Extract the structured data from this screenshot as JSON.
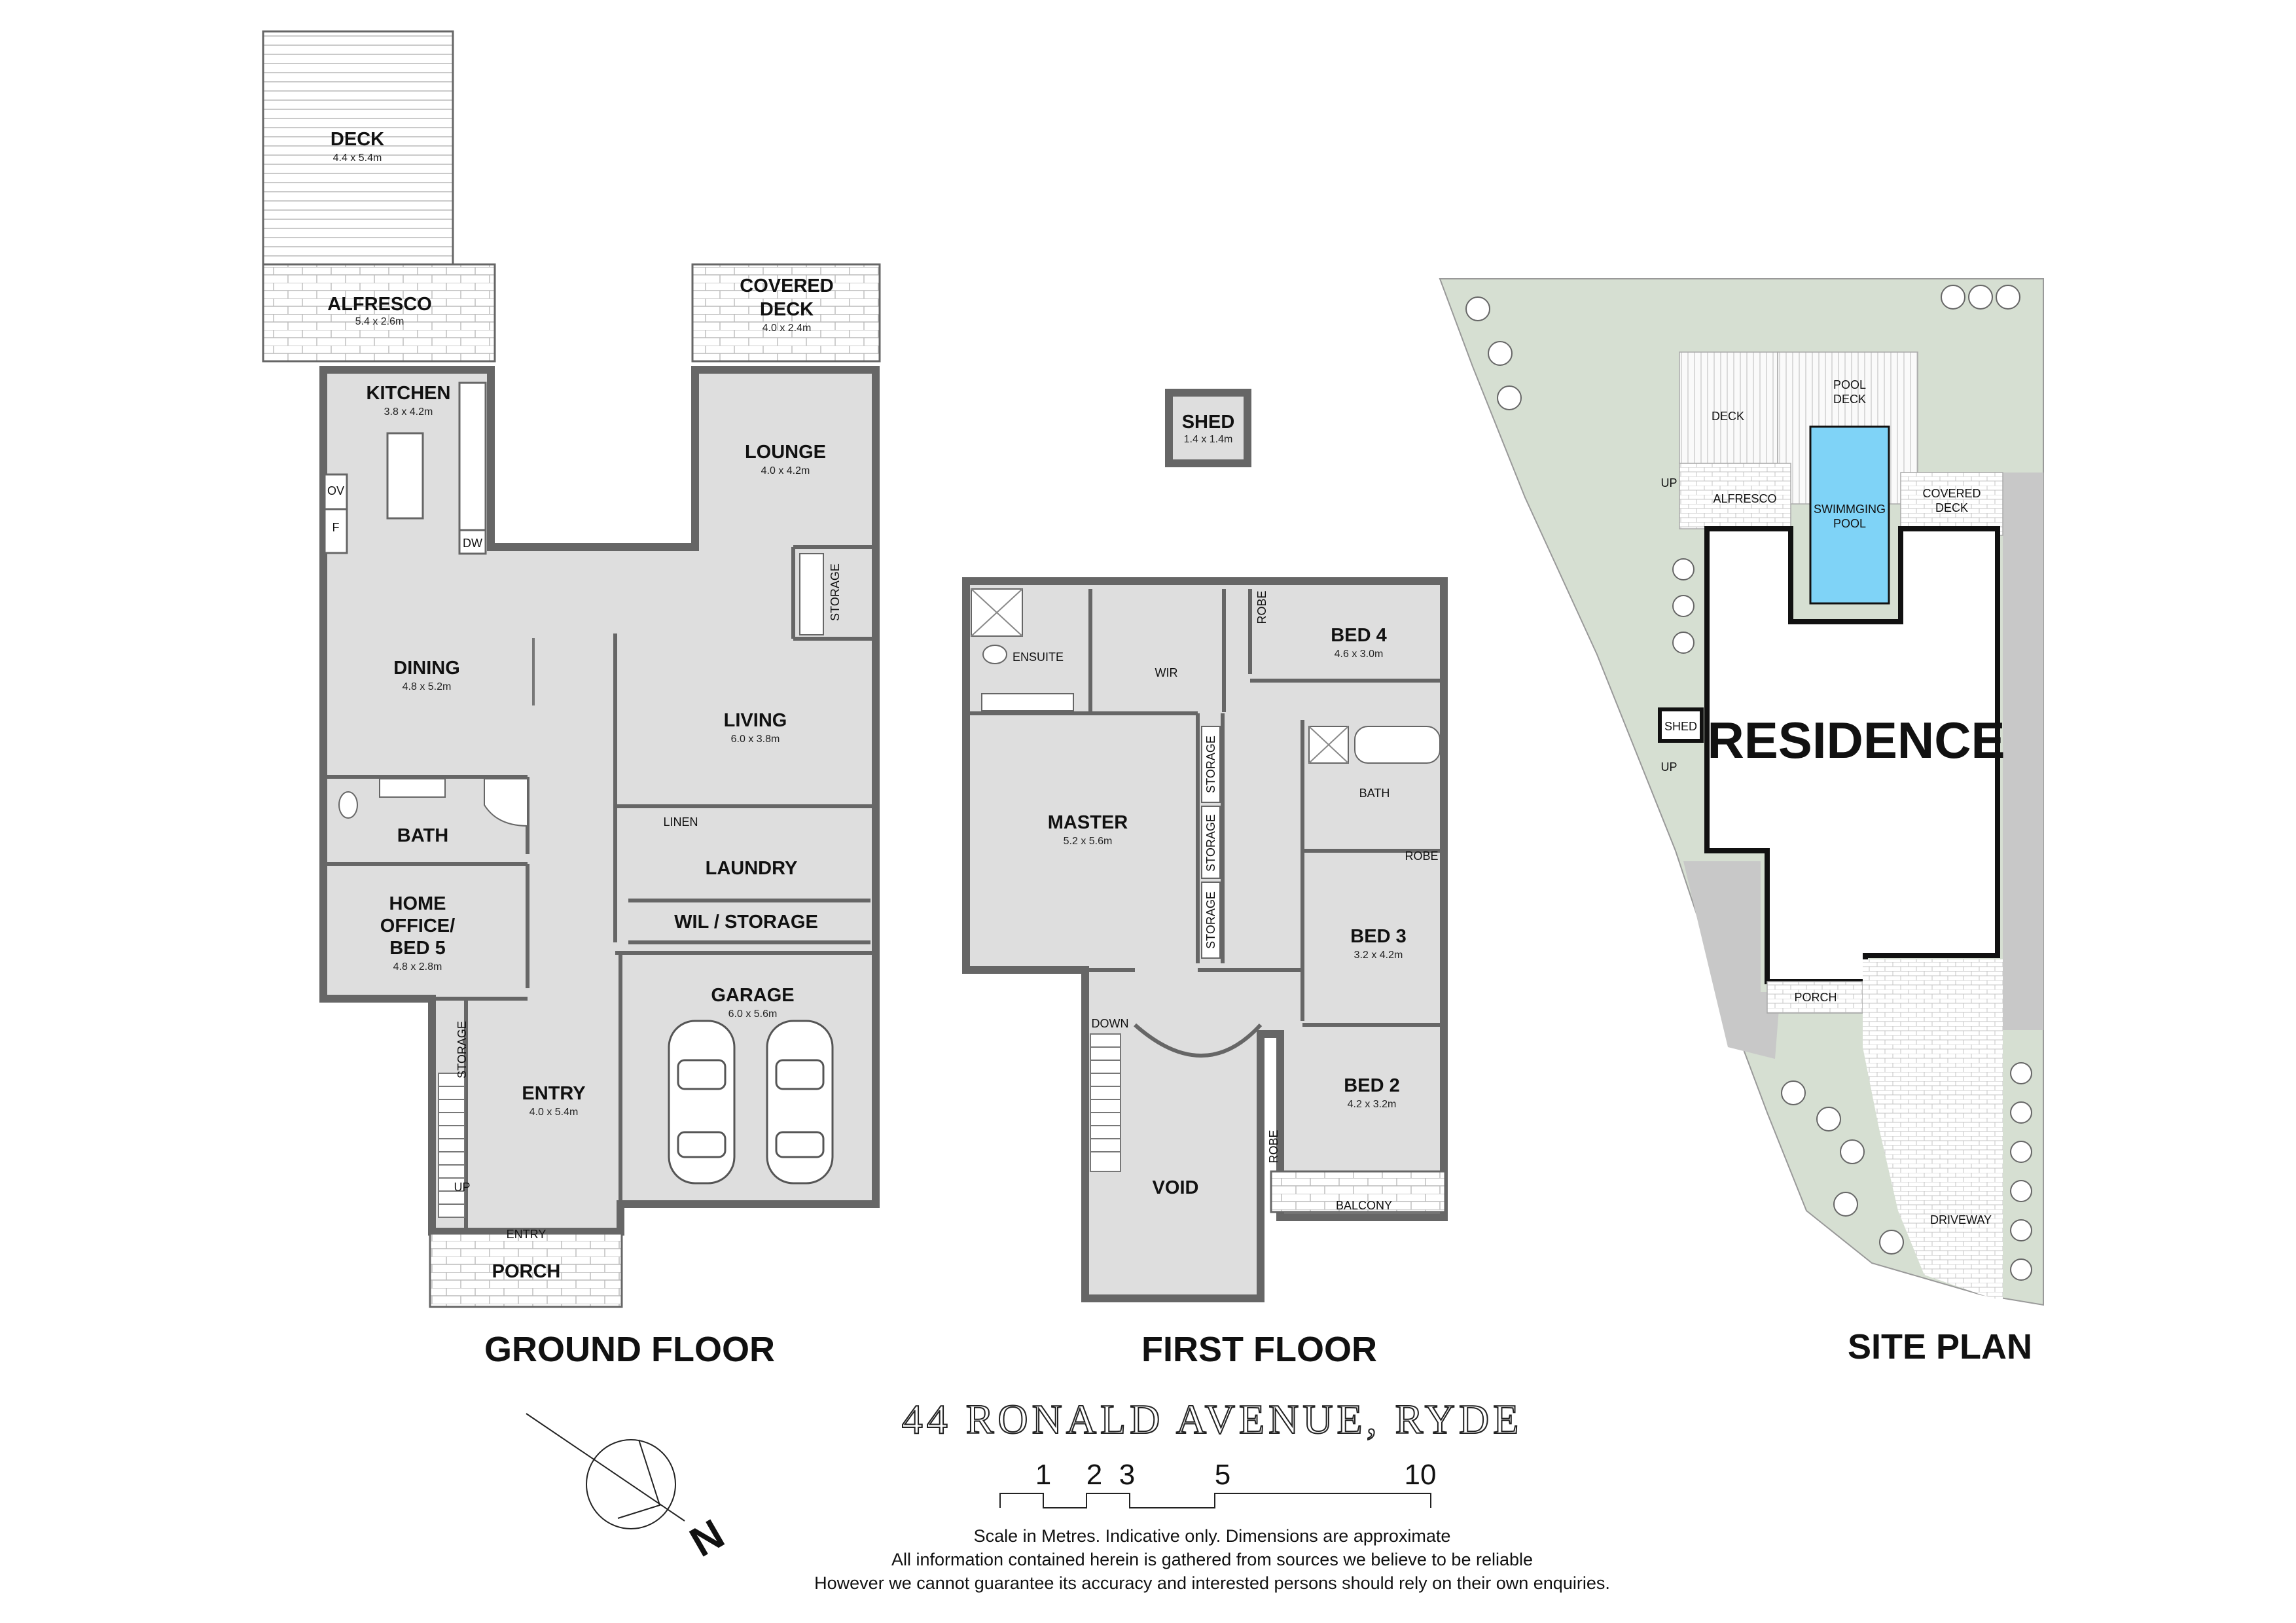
{
  "address": "44 RONALD AVENUE, RYDE",
  "ground_floor": {
    "title": "GROUND FLOOR",
    "rooms": {
      "deck": {
        "name": "DECK",
        "dims": "4.4 x 5.4m"
      },
      "alfresco": {
        "name": "ALFRESCO",
        "dims": "5.4 x 2.6m"
      },
      "covered_deck": {
        "name1": "COVERED",
        "name2": "DECK",
        "dims": "4.0 x 2.4m"
      },
      "kitchen": {
        "name": "KITCHEN",
        "dims": "3.8 x 4.2m"
      },
      "lounge": {
        "name": "LOUNGE",
        "dims": "4.0 x 4.2m"
      },
      "dining": {
        "name": "DINING",
        "dims": "4.8 x 5.2m"
      },
      "living": {
        "name": "LIVING",
        "dims": "6.0 x 3.8m"
      },
      "bath": {
        "name": "BATH"
      },
      "laundry": {
        "name": "LAUNDRY"
      },
      "wil_storage": {
        "name": "WIL / STORAGE"
      },
      "linen": {
        "name": "LINEN"
      },
      "storage_lounge": {
        "name": "STORAGE"
      },
      "home_office": {
        "name1": "HOME",
        "name2": "OFFICE/",
        "name3": "BED 5",
        "dims": "4.8 x 2.8m"
      },
      "garage": {
        "name": "GARAGE",
        "dims": "6.0 x 5.6m"
      },
      "entry": {
        "name": "ENTRY",
        "dims": "4.0 x 5.4m"
      },
      "entry_door": {
        "name": "ENTRY"
      },
      "porch": {
        "name": "PORCH"
      },
      "storage_stair": {
        "name": "STORAGE"
      },
      "up": {
        "name": "UP"
      },
      "ov": {
        "name": "OV"
      },
      "f": {
        "name": "F"
      },
      "dw": {
        "name": "DW"
      }
    }
  },
  "shed": {
    "name": "SHED",
    "dims": "1.4 x 1.4m"
  },
  "first_floor": {
    "title": "FIRST FLOOR",
    "rooms": {
      "ensuite": {
        "name": "ENSUITE"
      },
      "wir": {
        "name": "WIR"
      },
      "bed4": {
        "name": "BED 4",
        "dims": "4.6 x 3.0m"
      },
      "robe_bed4": {
        "name": "ROBE"
      },
      "master": {
        "name": "MASTER",
        "dims": "5.2 x 5.6m"
      },
      "storage1": {
        "name": "STORAGE"
      },
      "storage2": {
        "name": "STORAGE"
      },
      "storage3": {
        "name": "STORAGE"
      },
      "bath": {
        "name": "BATH"
      },
      "robe_bed3": {
        "name": "ROBE"
      },
      "bed3": {
        "name": "BED 3",
        "dims": "3.2 x 4.2m"
      },
      "bed2": {
        "name": "BED 2",
        "dims": "4.2 x 3.2m"
      },
      "robe_bed2": {
        "name": "ROBE"
      },
      "balcony": {
        "name": "BALCONY"
      },
      "down": {
        "name": "DOWN"
      },
      "void": {
        "name": "VOID"
      }
    }
  },
  "site_plan": {
    "title": "SITE PLAN",
    "labels": {
      "deck": "DECK",
      "pool_deck1": "POOL",
      "pool_deck2": "DECK",
      "alfresco": "ALFRESCO",
      "pool1": "SWIMMGING",
      "pool2": "POOL",
      "covered1": "COVERED",
      "covered2": "DECK",
      "up1": "UP",
      "up2": "UP",
      "shed": "SHED",
      "residence": "RESIDENCE",
      "porch": "PORCH",
      "driveway": "DRIVEWAY"
    }
  },
  "scale": {
    "labels": [
      "1",
      "2",
      "3",
      "5",
      "10"
    ]
  },
  "compass": {
    "letter": "N"
  },
  "disclaimer": [
    "Scale in Metres. Indicative only. Dimensions are approximate",
    "All information contained herein is gathered from sources we believe to be reliable",
    "However we cannot guarantee its accuracy and interested persons should rely on their own enquiries."
  ],
  "colors": {
    "floor": "#dedede",
    "wall": "#666666",
    "site_green": "#d6dfd2",
    "site_grey": "#c8c8c8",
    "pool": "#7fd3f7"
  }
}
